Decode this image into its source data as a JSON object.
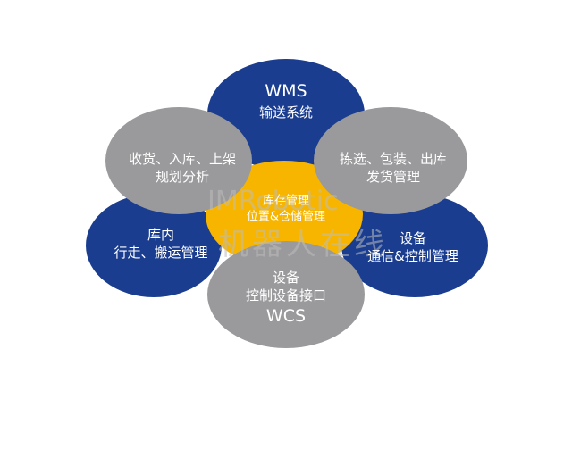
{
  "diagram": {
    "wms": {
      "title": "WMS",
      "subtitle": "输送系统"
    },
    "receiving": {
      "line1": "收货、入库、上架",
      "line2": "规划分析"
    },
    "picking": {
      "line1": "拣选、包装、出库",
      "line2": "发货管理"
    },
    "inventory_internal": {
      "line1": "库内",
      "line2": "行走、搬运管理"
    },
    "equipment_comm": {
      "line1": "设备",
      "line2": "通信&控制管理"
    },
    "center": {
      "line1": "库存管理",
      "line2": "位置&仓储管理"
    },
    "wcs": {
      "line1": "设备",
      "line2": "控制设备接口",
      "title": "WCS"
    }
  },
  "watermark": {
    "brand": "IMRobotic",
    "cn": "机器人在线"
  },
  "colors": {
    "navy": "#1a3d8f",
    "gray": "#9a9a9c",
    "yellow": "#f7b500",
    "text": "#ffffff"
  }
}
